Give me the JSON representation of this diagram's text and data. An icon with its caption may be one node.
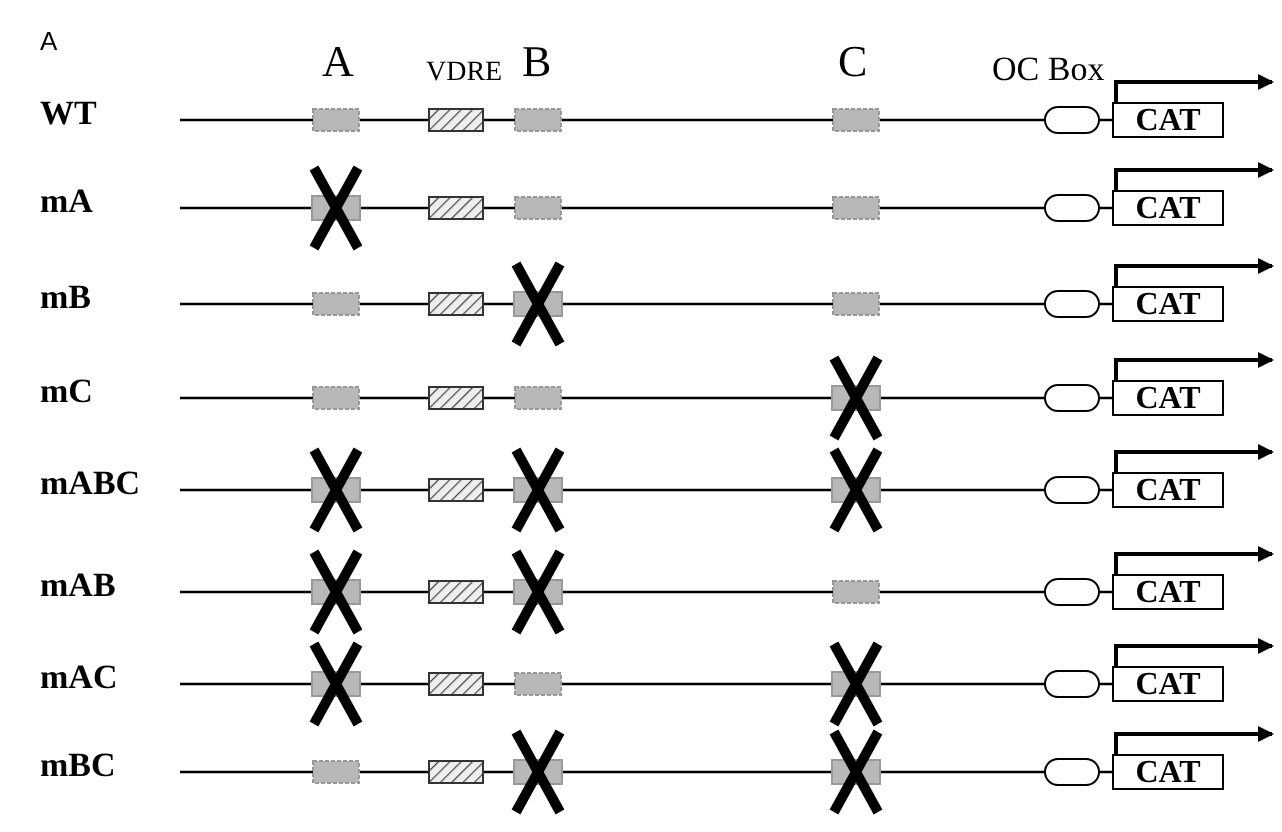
{
  "diagram": {
    "nodes": [
      {
        "text": [],
        "shape": "box"
      },
      {
        "text": [],
        "shape": "box"
      },
      {
        "text": [],
        "shape": "box"
      },
      {
        "text": [],
        "shape": "box"
      },
      {
        "text": [],
        "shape": "oval"
      },
      {
        "text": [
          "CAT"
        ]
      },
      {
        "text": [],
        "shape": "cross"
      },
      {
        "text": [],
        "shape": "box"
      },
      {
        "text": [],
        "shape": "box"
      },
      {
        "text": [],
        "shape": "box"
      },
      {
        "text": [],
        "shape": "oval"
      },
      {
        "text": [
          "CAT"
        ]
      },
      {
        "text": [],
        "shape": "box"
      },
      {
        "text": [],
        "shape": "box"
      },
      {
        "text": [],
        "shape": "cross"
      },
      {
        "text": [],
        "shape": "box"
      },
      {
        "text": [],
        "shape": "oval"
      },
      {
        "text": [
          "CAT"
        ]
      },
      {
        "text": [],
        "shape": "box"
      },
      {
        "text": [],
        "shape": "box"
      },
      {
        "text": [],
        "shape": "box"
      },
      {
        "text": [],
        "shape": "cross"
      },
      {
        "text": [],
        "shape": "oval"
      },
      {
        "text": [
          "CAT"
        ]
      },
      {
        "text": [],
        "shape": "cross"
      },
      {
        "text": [],
        "shape": "box"
      },
      {
        "text": [],
        "shape": "cross"
      },
      {
        "text": [],
        "shape": "cross"
      },
      {
        "text": [],
        "shape": "oval"
      },
      {
        "text": [
          "CAT"
        ]
      },
      {
        "text": [],
        "shape": "cross"
      },
      {
        "text": [],
        "shape": "box"
      },
      {
        "text": [],
        "shape": "cross"
      },
      {
        "text": [],
        "shape": "box"
      },
      {
        "text": [],
        "shape": "oval"
      },
      {
        "text": [
          "CAT"
        ]
      },
      {
        "text": [],
        "shape": "cross"
      },
      {
        "text": [],
        "shape": "box"
      },
      {
        "text": [],
        "shape": "box"
      },
      {
        "text": [],
        "shape": "cross"
      },
      {
        "text": [],
        "shape": "oval"
      },
      {
        "text": [
          "CAT"
        ]
      },
      {
        "text": [],
        "shape": "box"
      },
      {
        "text": [],
        "shape": "box"
      },
      {
        "text": [],
        "shape": "cross"
      },
      {
        "text": [],
        "shape": "cross"
      },
      {
        "text": [],
        "shape": "oval"
      },
      {
        "text": [
          "CAT"
        ]
      }
    ],
    "edges": [
      {
        "from": 5,
        "to": null,
        "arrow": "to"
      },
      {
        "from": 11,
        "to": null,
        "arrow": "to"
      },
      {
        "from": 17,
        "to": null,
        "arrow": "to"
      },
      {
        "from": 23,
        "to": null,
        "arrow": "to"
      },
      {
        "from": 29,
        "to": null,
        "arrow": "to"
      },
      {
        "from": 35,
        "to": null,
        "arrow": "to"
      },
      {
        "from": 41,
        "to": null,
        "arrow": "to"
      },
      {
        "from": 47,
        "to": null,
        "arrow": "to"
      }
    ],
    "labels": [
      "A",
      "A",
      "VDRE",
      "B",
      "C",
      "OC Box",
      "WT",
      "mA",
      "mB",
      "mC",
      "mABC",
      "mAB",
      "mAC",
      "mBC"
    ]
  }
}
